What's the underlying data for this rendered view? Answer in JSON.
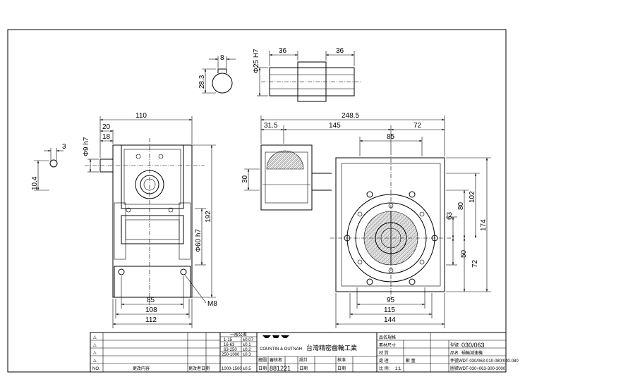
{
  "drawing": {
    "key_section": {
      "width": "8",
      "depth": "28.3"
    },
    "shaft": {
      "left_len": "36",
      "right_len": "36",
      "dia": "Φ25 H7"
    },
    "side_view": {
      "overall_width": "110",
      "shaft_off": "20",
      "shaft_len": "18",
      "input_dia": "Φ9 h7",
      "key": "3",
      "key_depth": "10.4",
      "height": "192",
      "pilot_dia": "Φ60 h7",
      "bolt_pitch": "85",
      "foot_width": "108",
      "base_width": "112",
      "hole": "M8"
    },
    "front_view": {
      "overall_len": "248.5",
      "motor_off": "31.5",
      "body_len": "145",
      "flange_off": "72",
      "top_width": "85",
      "shaft_height": "30",
      "h63": "63",
      "h80": "80",
      "h102": "102",
      "h174": "174",
      "h50": "50",
      "h72": "72",
      "bottom_95": "95",
      "bottom_115": "115",
      "bottom_144": "144"
    }
  },
  "title_block": {
    "rev_mark": "△",
    "no_label": "NO.",
    "change_label": "更改内容",
    "date_label": "更改者日期",
    "tol_header": "一般公差",
    "tol_rows": [
      {
        "range": "1-15",
        "tol": "±0.07"
      },
      {
        "range": "16-63",
        "tol": "±0.1"
      },
      {
        "range": "63-250",
        "tol": "±0.2"
      },
      {
        "range": "250-1000",
        "tol": "±0.3"
      },
      {
        "range": "1000-1500",
        "tol": "±0.5"
      }
    ],
    "brand_en": "COUNTIN & OUTNAH",
    "company": "台灣精密齒輪工業",
    "sign_labels": {
      "drawn": "繪圖",
      "checked": "審核者",
      "design": "設計",
      "approve": "核准",
      "date": "日期",
      "date_value": "881221",
      "date2": "日期",
      "date3": "日期"
    },
    "right_labels": {
      "drawing_name": "品名規格",
      "material_size": "素材尺寸",
      "material": "材 質",
      "finish": "處 理",
      "qty": "數 量",
      "scale_label": "比 例:",
      "scale": "1:1"
    },
    "values": {
      "model_label": "型號",
      "model": "030/063",
      "product_label": "品名",
      "product": "蝸輪減速機",
      "part_label": "件號",
      "part": "WDT-030/063-010-080/040-080",
      "doc_label": "圖號",
      "doc": "WDT-030+063-300-3000"
    }
  }
}
